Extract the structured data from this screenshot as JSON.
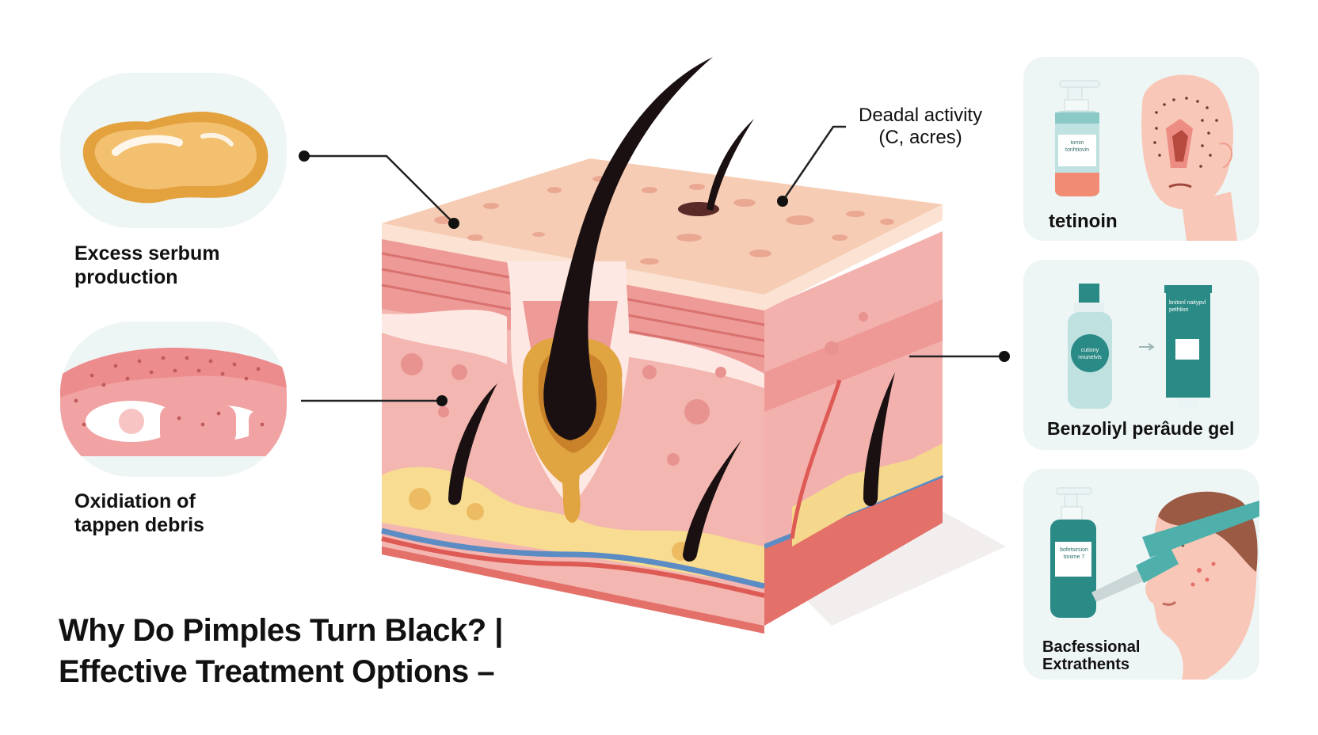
{
  "title": {
    "line1": "Why Do Pimples Turn Black? |",
    "line2": "Effective Treatment Options –"
  },
  "left_labels": [
    {
      "line1": "Excess serbum",
      "line2": "production"
    },
    {
      "line1": "Oxidiation of",
      "line2": "tappen debris"
    }
  ],
  "top_label": {
    "line1": "Deadal activity",
    "line2": "(C, acres)"
  },
  "treatments": [
    {
      "label": "tetinoin",
      "bottle_text": "tomin tonhtiovin"
    },
    {
      "label": "Benzoliyl perâude gel",
      "bottle_text": "cutiony nnunelvis",
      "tube_text": "bnitonl naitypvl pethlion"
    },
    {
      "label_line1": "Bacfessional",
      "label_line2": "Extrathents",
      "bottle_text": "bofetsirsion tonime 7"
    }
  ],
  "colors": {
    "skin_top": "#f6cdb4",
    "skin_mid": "#f3b6b0",
    "fat": "#f7dc92",
    "hair": "#1b1011",
    "sebum": "#e0a440",
    "teal": "#2a8a85",
    "card_bg": "#eef5f5"
  }
}
